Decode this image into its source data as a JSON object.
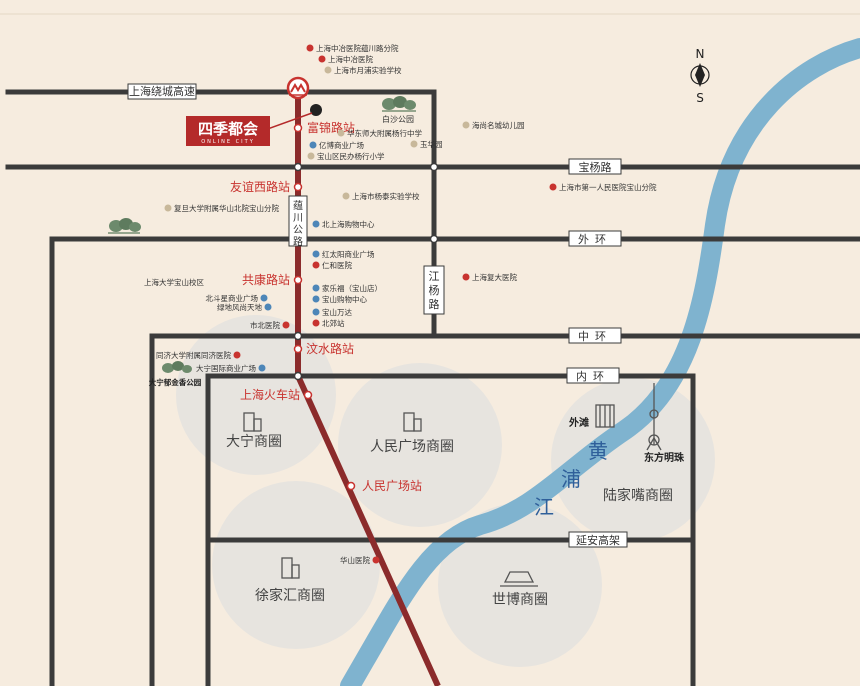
{
  "colors": {
    "background": "#f6ecdf",
    "road": "#3b3b3b",
    "metro": "#8b2b2b",
    "river": "#7fb3cf",
    "circle": "#e7e4df",
    "red": "#c8332f",
    "brand_bg": "#b42a2a"
  },
  "compass": {
    "north": "N",
    "south": "S"
  },
  "brand": {
    "name": "四季都会",
    "sub": "ONLINE CITY"
  },
  "roads": {
    "outer_ring_hw": "上海绕城高速",
    "baoyang": "宝杨路",
    "waihuan": "外环",
    "zhonghuan": "中环",
    "neihuan": "内环",
    "yanan": "延安高架",
    "jiangyang": "江杨路",
    "yunchuan": "蕴川公路"
  },
  "stations": {
    "fujin": "富锦路站",
    "youyixi": "友谊西路站",
    "gongkang": "共康路站",
    "wenshui": "汶水路站",
    "railway": "上海火车站",
    "peoples_square": "人民广场站"
  },
  "river_label": [
    "黄",
    "浦",
    "江"
  ],
  "districts": {
    "daning": "大宁商圈",
    "peoples_square": "人民广场商圈",
    "lujiazui": "陆家嘴商圈",
    "xujiahui": "徐家汇商圈",
    "expo": "世博商圈"
  },
  "landmarks": {
    "waitan": "外滩",
    "pearl": "东方明珠"
  },
  "parks": {
    "baisha": "白沙公园",
    "daning_park": "大宁郁金香公园"
  },
  "pois": {
    "zy_yunchuan": "上海中冶医院蕴川路分院",
    "zy": "上海中冶医院",
    "yuepu": "上海市月浦实验学校",
    "ecnu_school": "华东师大附属杨行中学",
    "yuhua": "玉华园",
    "yibo": "亿博商业广场",
    "baoshan_jy": "宝山区民办杨行小学",
    "haishang_kg": "海尚名城幼儿园",
    "first_people": "上海市第一人民医院宝山分院",
    "fudan_huashan": "复旦大学附属华山北院宝山分院",
    "yangtai": "上海市杨泰实验学校",
    "north_mall": "北上海购物中心",
    "hongtaiyang": "红太阳商业广场",
    "renai": "仁和医院",
    "fudan_hosp": "上海复大医院",
    "sh_univ": "上海大学宝山校区",
    "beidouxing": "北斗星商业广场",
    "ludi": "绿地风尚天地",
    "jialefu": "家乐福（宝山店）",
    "baoshan_mall": "宝山购物中心",
    "wanda": "宝山万达",
    "beijiao": "北郊站",
    "shibei_hosp": "市北医院",
    "tongji_hosp": "同济大学附属同济医院",
    "daning_intl": "大宁国际商业广场",
    "huashan": "华山医院"
  }
}
